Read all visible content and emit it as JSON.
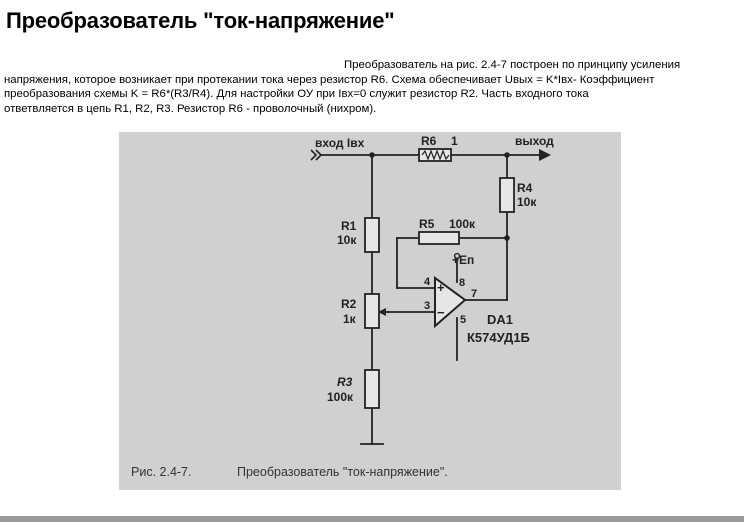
{
  "title": "Преобразователь \"ток-напряжение\"",
  "paragraph": {
    "line1": "Преобразователь на рис. 2.4-7 построен по принципу усиления",
    "line2": "напряжения, которое возникает при протекании тока через резистор R6. Схема обеспечивает Uвых = K*Iвх- Коэффициент",
    "line3": "преобразования схемы K = R6*(R3/R4). Для настройки ОУ при Iвх=0 служит резистор R2. Часть входного тока",
    "line4": "ответвляется в цепь R1, R2, R3. Резистор R6 - проволочный (нихром)."
  },
  "figure": {
    "input_label": "вход Iвх",
    "output_label": "выход",
    "r6_name": "R6",
    "r6_pin": "1",
    "r4_name": "R4",
    "r4_value": "10к",
    "r1_name": "R1",
    "r1_value": "10к",
    "r5_name": "R5",
    "r5_value": "100к",
    "supply": "+Eп",
    "r2_name": "R2",
    "r2_value": "1к",
    "r3_name": "R3",
    "r3_value": "100к",
    "pin_4": "4",
    "pin_8": "8",
    "pin_3": "3",
    "pin_5": "5",
    "pin_7": "7",
    "inv_sign": "+",
    "noninv_sign": "−",
    "ic_name": "DA1",
    "ic_part": "К574УД1Б",
    "caption_num": "Рис. 2.4-7.",
    "caption_text": "Преобразователь \"ток-напряжение\"."
  }
}
